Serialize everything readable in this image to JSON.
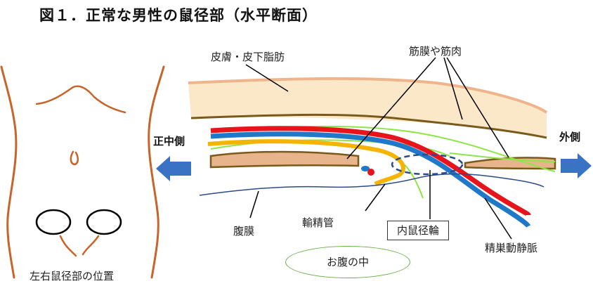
{
  "title": "図１．正常な男性の鼠径部（水平断面）",
  "labels": {
    "skin": "皮膚・皮下脂肪",
    "muscle": "筋膜や筋肉",
    "medial": "正中側",
    "lateral": "外側",
    "peritoneum": "腹膜",
    "vas_deferens": "輸精管",
    "deep_ring": "内鼠径輪",
    "vessels": "精巣動静脈",
    "abdomen": "お腹の中",
    "body_caption": "左右鼠径部の位置"
  },
  "colors": {
    "skin_fill": "#fbe8c8",
    "skin_edge": "#f0b48c",
    "muscle": "#7a5a1a",
    "muscle_fill": "#e8b48c",
    "artery": "#e8141c",
    "vein": "#1f78c8",
    "vas": "#f5b400",
    "nerve": "#8ce646",
    "peritoneum": "#2a4a8a",
    "arrow": "#3b73c4",
    "body_outline": "#c8642a",
    "abdomen_oval": "#6ab04c"
  }
}
